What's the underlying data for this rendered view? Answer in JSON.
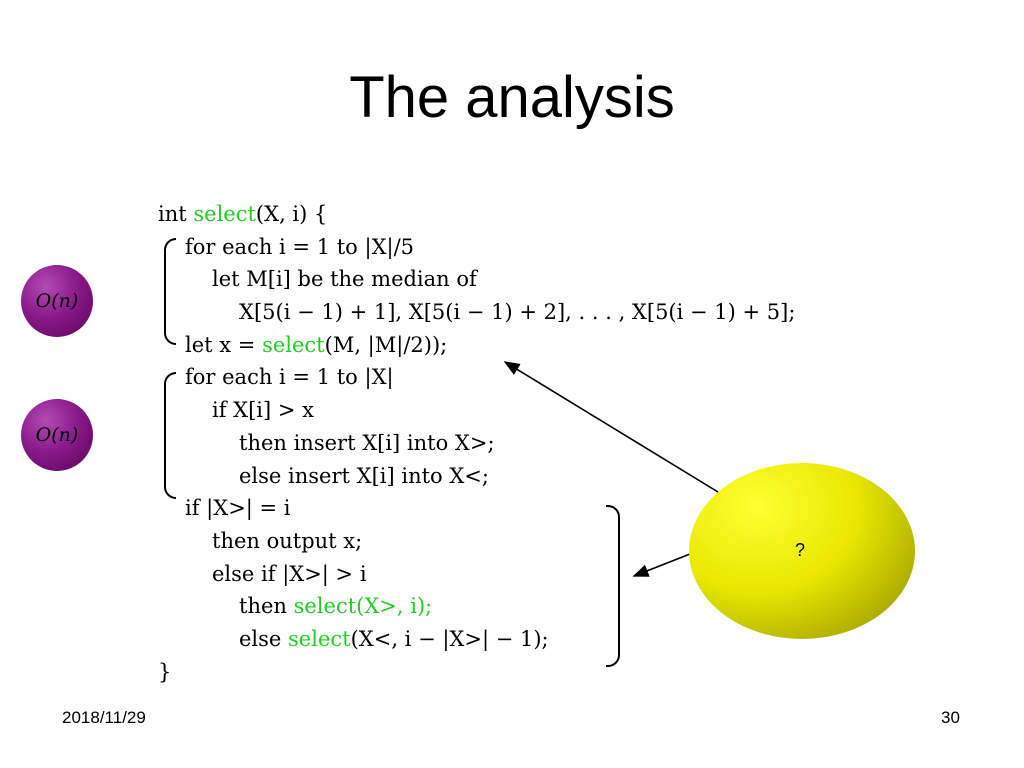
{
  "slide": {
    "title": "The analysis",
    "date": "2018/11/29",
    "page_number": "30"
  },
  "code": {
    "lines": [
      {
        "indent": 0,
        "parts": [
          {
            "t": "int "
          },
          {
            "t": "select",
            "green": true
          },
          {
            "t": "(X, i) {"
          }
        ]
      },
      {
        "indent": 1,
        "parts": [
          {
            "t": "for each i = 1 to |X|/5"
          }
        ]
      },
      {
        "indent": 2,
        "parts": [
          {
            "t": "let M[i] be the median of"
          }
        ]
      },
      {
        "indent": 3,
        "parts": [
          {
            "t": "X[5(i − 1) + 1], X[5(i − 1) + 2], . . . , X[5(i − 1) + 5];"
          }
        ]
      },
      {
        "indent": 1,
        "parts": [
          {
            "t": "let x = "
          },
          {
            "t": "select",
            "green": true
          },
          {
            "t": "(M, |M|/2));"
          }
        ]
      },
      {
        "indent": 1,
        "parts": [
          {
            "t": "for each i = 1 to |X|"
          }
        ]
      },
      {
        "indent": 2,
        "parts": [
          {
            "t": "if X[i] > x"
          }
        ]
      },
      {
        "indent": 3,
        "parts": [
          {
            "t": "then insert X[i] into X>;"
          }
        ]
      },
      {
        "indent": 3,
        "parts": [
          {
            "t": "else insert X[i] into X<;"
          }
        ]
      },
      {
        "indent": 1,
        "parts": [
          {
            "t": "if |X>| = i"
          }
        ]
      },
      {
        "indent": 2,
        "parts": [
          {
            "t": "then output x;"
          }
        ]
      },
      {
        "indent": 2,
        "parts": [
          {
            "t": "else if |X>| > i"
          }
        ]
      },
      {
        "indent": 3,
        "parts": [
          {
            "t": "then "
          },
          {
            "t": "select(X>, i);",
            "green": true
          }
        ]
      },
      {
        "indent": 3,
        "parts": [
          {
            "t": "else "
          },
          {
            "t": "select",
            "green": true
          },
          {
            "t": "(X<, i − |X>| − 1);"
          }
        ]
      },
      {
        "indent": 0,
        "parts": [
          {
            "t": "}"
          }
        ]
      }
    ]
  },
  "annotations": {
    "orb1_label": "O(n)",
    "orb2_label": "O(n)",
    "yellow_label": "?"
  },
  "colors": {
    "code_highlight": "#22cc22",
    "orb": "#8a1a8a",
    "yellow_oval": "#e8e800"
  }
}
